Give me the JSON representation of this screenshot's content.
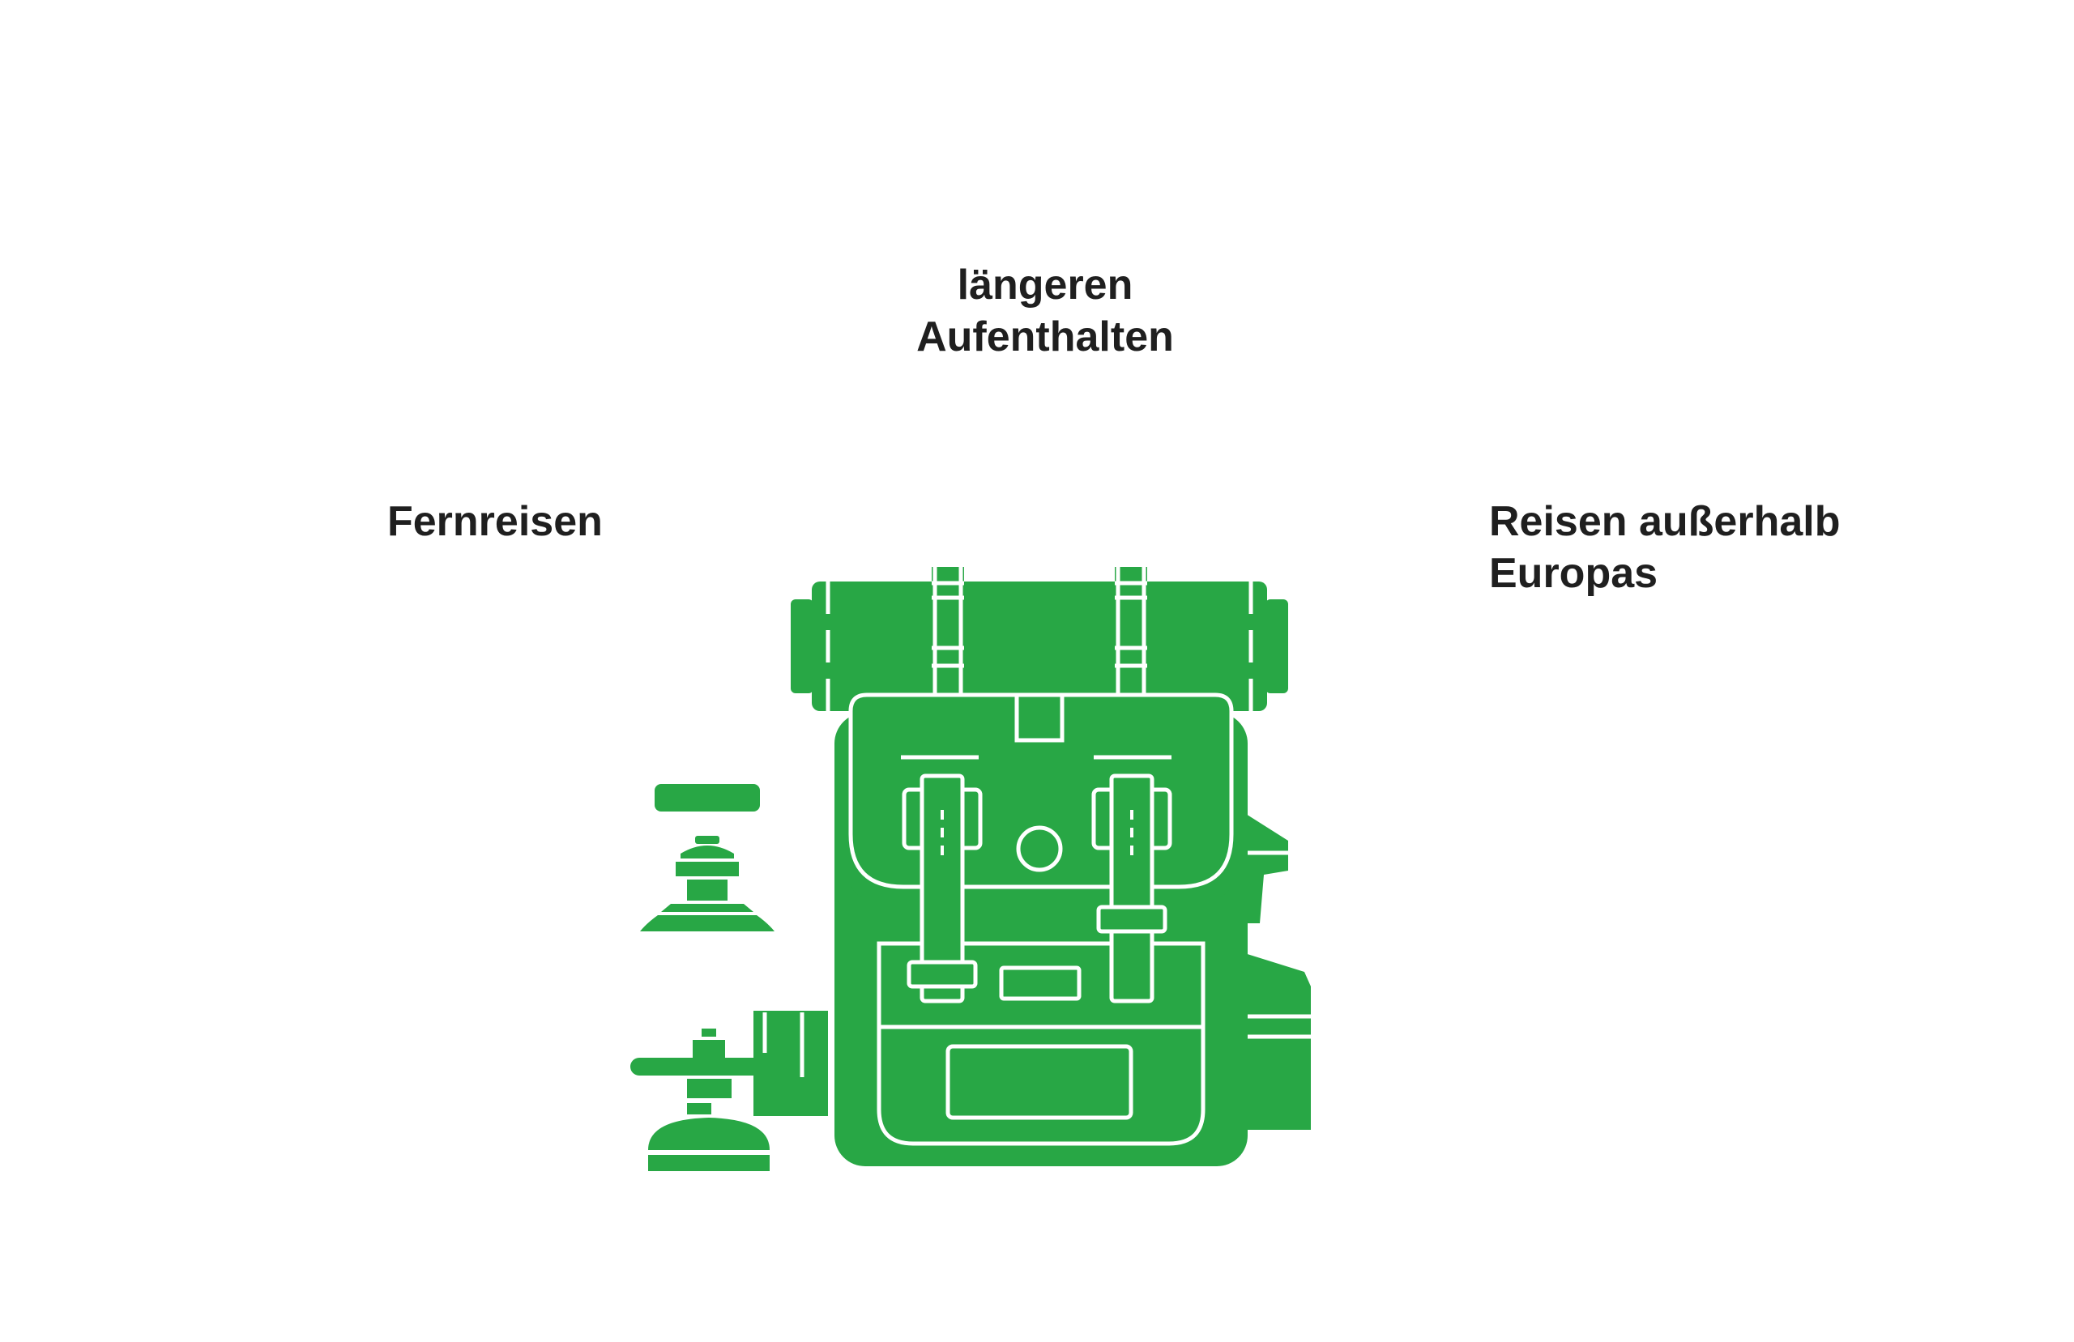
{
  "labels": {
    "top": [
      "längeren",
      "Aufenthalten"
    ],
    "left": [
      "Fernreisen"
    ],
    "right": [
      "Reisen außerhalb",
      "Europas"
    ]
  },
  "illustration": {
    "icon": "backpack-icon",
    "secondary_icons": [
      "camping-lantern-icon",
      "camping-stove-icon"
    ],
    "fill_color": "#28a745",
    "line_color": "#ffffff"
  }
}
